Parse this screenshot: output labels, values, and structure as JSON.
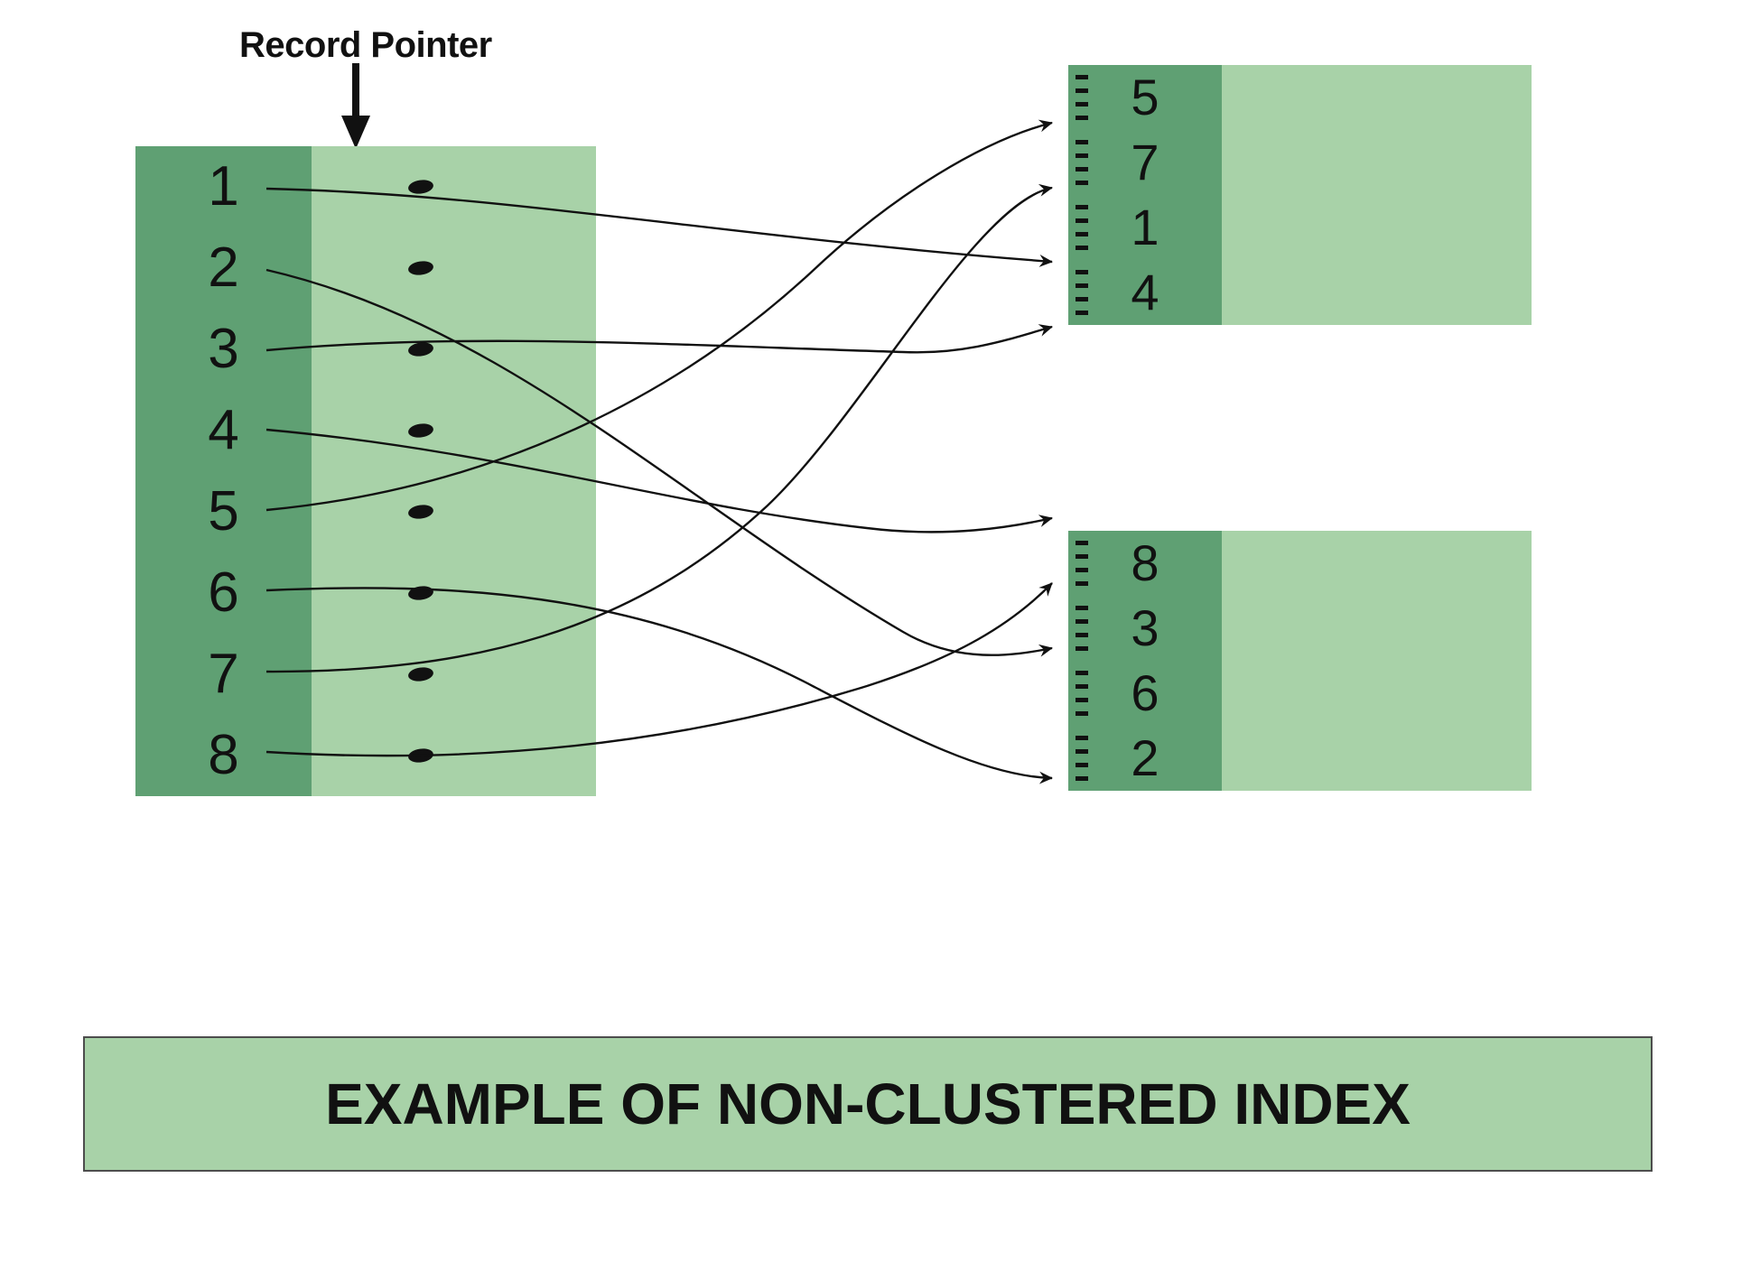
{
  "diagram": {
    "caption": "EXAMPLE OF NON-CLUSTERED INDEX",
    "annotation": {
      "label": "Record Pointer",
      "arrow_icon": "down-arrow-icon"
    },
    "colors": {
      "key_cell": "#5fa073",
      "data_cell": "#a8d2a8",
      "caption_bar": "#a8d2a8",
      "caption_border": "#4d4d4d",
      "pointer": "#111111",
      "background": "#ffffff"
    },
    "left_table": {
      "name": "record-table",
      "rows": [
        {
          "key": "1",
          "pointer": "record-pointer-dot"
        },
        {
          "key": "2",
          "pointer": "record-pointer-dot"
        },
        {
          "key": "3",
          "pointer": "record-pointer-dot"
        },
        {
          "key": "4",
          "pointer": "record-pointer-dot"
        },
        {
          "key": "5",
          "pointer": "record-pointer-dot"
        },
        {
          "key": "6",
          "pointer": "record-pointer-dot"
        },
        {
          "key": "7",
          "pointer": "record-pointer-dot"
        },
        {
          "key": "8",
          "pointer": "record-pointer-dot"
        }
      ]
    },
    "top_right_table": {
      "name": "index-block-top",
      "rows": [
        {
          "key": "5",
          "marker": "dashed-tick-icon"
        },
        {
          "key": "7",
          "marker": "dashed-tick-icon"
        },
        {
          "key": "1",
          "marker": "dashed-tick-icon"
        },
        {
          "key": "4",
          "marker": "dashed-tick-icon"
        }
      ]
    },
    "bottom_right_table": {
      "name": "index-block-bottom",
      "rows": [
        {
          "key": "8",
          "marker": "dashed-tick-icon"
        },
        {
          "key": "3",
          "marker": "dashed-tick-icon"
        },
        {
          "key": "6",
          "marker": "dashed-tick-icon"
        },
        {
          "key": "2",
          "marker": "dashed-tick-icon"
        }
      ]
    },
    "links": [
      {
        "from": "1",
        "to": "1",
        "target_block": "top"
      },
      {
        "from": "2",
        "to": "6",
        "target_block": "bottom"
      },
      {
        "from": "3",
        "to": "4",
        "target_block": "top"
      },
      {
        "from": "4",
        "to": "8",
        "target_block": "bottom"
      },
      {
        "from": "5",
        "to": "5",
        "target_block": "top"
      },
      {
        "from": "6",
        "to": "2",
        "target_block": "bottom"
      },
      {
        "from": "7",
        "to": "7",
        "target_block": "top"
      },
      {
        "from": "8",
        "to": "3",
        "target_block": "bottom"
      }
    ]
  }
}
